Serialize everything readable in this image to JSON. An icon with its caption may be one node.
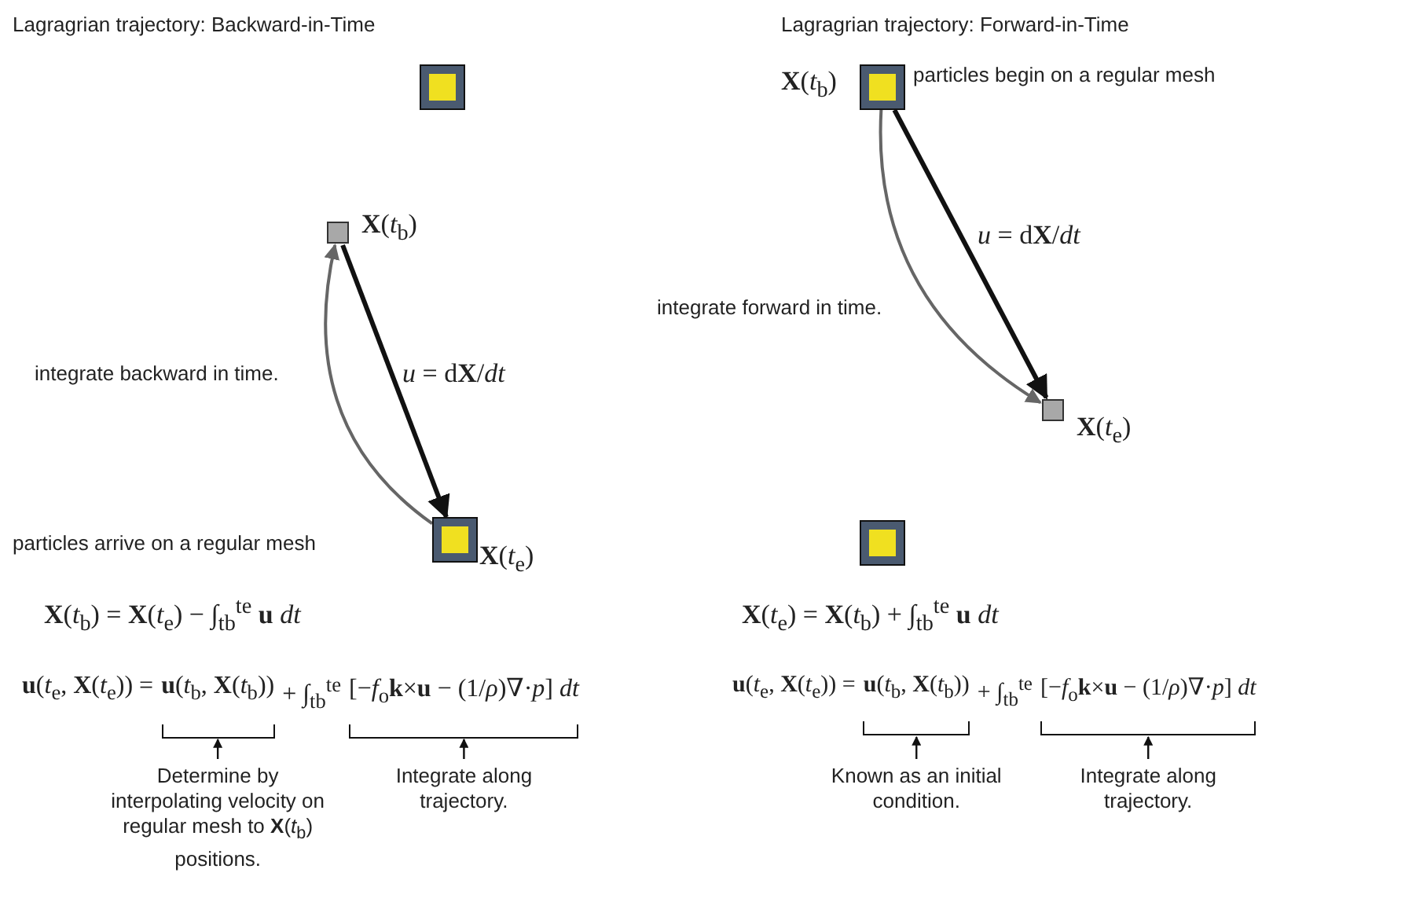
{
  "diagram": {
    "nodes": [
      {
        "text": [],
        "shape": "box"
      },
      {
        "text": [],
        "shape": "box",
        "beside": [
          "**X**(*t*$_{b}$)"
        ]
      },
      {
        "text": [],
        "shape": "box",
        "beside": [
          "**X**(*t*$_{e}$)"
        ]
      },
      {
        "text": [],
        "shape": "box",
        "beside": [
          "**X**(*t*$_{b}$)",
          "particles begin on a regular mesh"
        ]
      },
      {
        "text": [],
        "shape": "box",
        "beside": [
          "**X**(*t*$_{e}$)"
        ]
      },
      {
        "text": [],
        "shape": "box"
      },
      {
        "text": [],
        "shape": "bracket"
      },
      {
        "text": [
          "Determine by interpolating velocity on regular mesh to **X**(*t*$_{b}$) positions."
        ]
      },
      {
        "text": [],
        "shape": "bracket"
      },
      {
        "text": [
          "Integrate along trajectory."
        ]
      },
      {
        "text": [],
        "shape": "bracket"
      },
      {
        "text": [
          "Known as an initial condition."
        ]
      },
      {
        "text": [],
        "shape": "bracket"
      },
      {
        "text": [
          "Integrate along trajectory."
        ]
      }
    ],
    "edges": [
      {
        "from": 1,
        "to": 2,
        "arrow": "to",
        "style": "thick",
        "label": "*u* = d**X**/*dt*"
      },
      {
        "from": 2,
        "to": 1,
        "arrow": "to",
        "color": "#666666",
        "label": "integrate backward in time."
      },
      {
        "from": 3,
        "to": 4,
        "arrow": "to",
        "style": "thick",
        "label": "*u* = d**X**/*dt*"
      },
      {
        "from": 3,
        "to": 4,
        "arrow": "to",
        "color": "#666666",
        "label": "integrate forward in time."
      },
      {
        "from": 7,
        "to": 6,
        "arrow": "to"
      },
      {
        "from": 9,
        "to": 8,
        "arrow": "to"
      },
      {
        "from": 11,
        "to": 10,
        "arrow": "to"
      },
      {
        "from": 13,
        "to": 12,
        "arrow": "to"
      }
    ],
    "labels": [
      "Lagragrian trajectory: Backward-in-Time",
      "Lagragrian trajectory: Forward-in-Time",
      "particles arrive on a regular mesh",
      "**X**(*t*$_{b}$) = **X**(*t*$_{e}$) − ∫$_{tb}$$^{te}$ **u** *dt*",
      "**u**(*t*$_{e}$, **X**(*t*$_{e}$)) =",
      "**u**(*t*$_{b}$, **X**(*t*$_{b}$))",
      "+ ∫$_{tb}$$^{te}$",
      "[−*f*$_{o}$**k**×**u** − (1/*ρ*)∇·*p*] *dt*",
      "**X**(*t*$_{e}$) = **X**(*t*$_{b}$) + ∫$_{tb}$$^{te}$ **u** *dt*",
      "**u**(*t*$_{e}$, **X**(*t*$_{e}$)) =",
      "**u**(*t*$_{b}$, **X**(*t*$_{b}$))",
      "+ ∫$_{tb}$$^{te}$",
      "[−*f*$_{o}$**k**×**u** − (1/*ρ*)∇·*p*] *dt*"
    ]
  }
}
